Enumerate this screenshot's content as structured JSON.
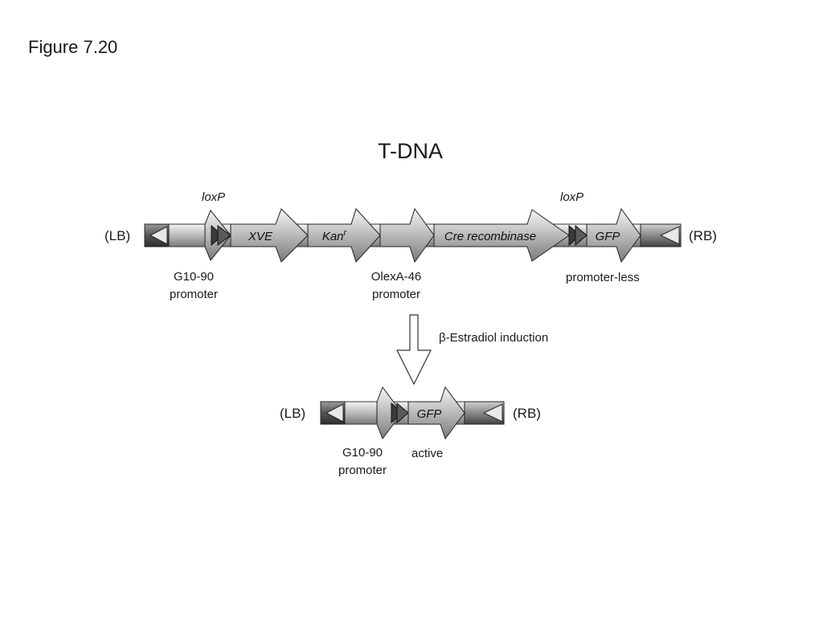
{
  "figure_title": "Figure 7.20",
  "diagram_title": "T-DNA",
  "top_construct": {
    "left_border": "(LB)",
    "right_border": "(RB)",
    "loxp_left": "loxP",
    "loxp_right": "loxP",
    "genes": {
      "xve": "XVE",
      "kan": "Kan",
      "kan_superscript": "r",
      "cre": "Cre recombinase",
      "gfp": "GFP"
    },
    "promoter_g10_line1": "G10-90",
    "promoter_g10_line2": "promoter",
    "promoter_olexa_line1": "OlexA-46",
    "promoter_olexa_line2": "promoter",
    "promoter_less": "promoter-less"
  },
  "induction_label": "β-Estradiol induction",
  "bottom_construct": {
    "left_border": "(LB)",
    "right_border": "(RB)",
    "gfp": "GFP",
    "promoter_g10_line1": "G10-90",
    "promoter_g10_line2": "promoter",
    "active": "active"
  }
}
